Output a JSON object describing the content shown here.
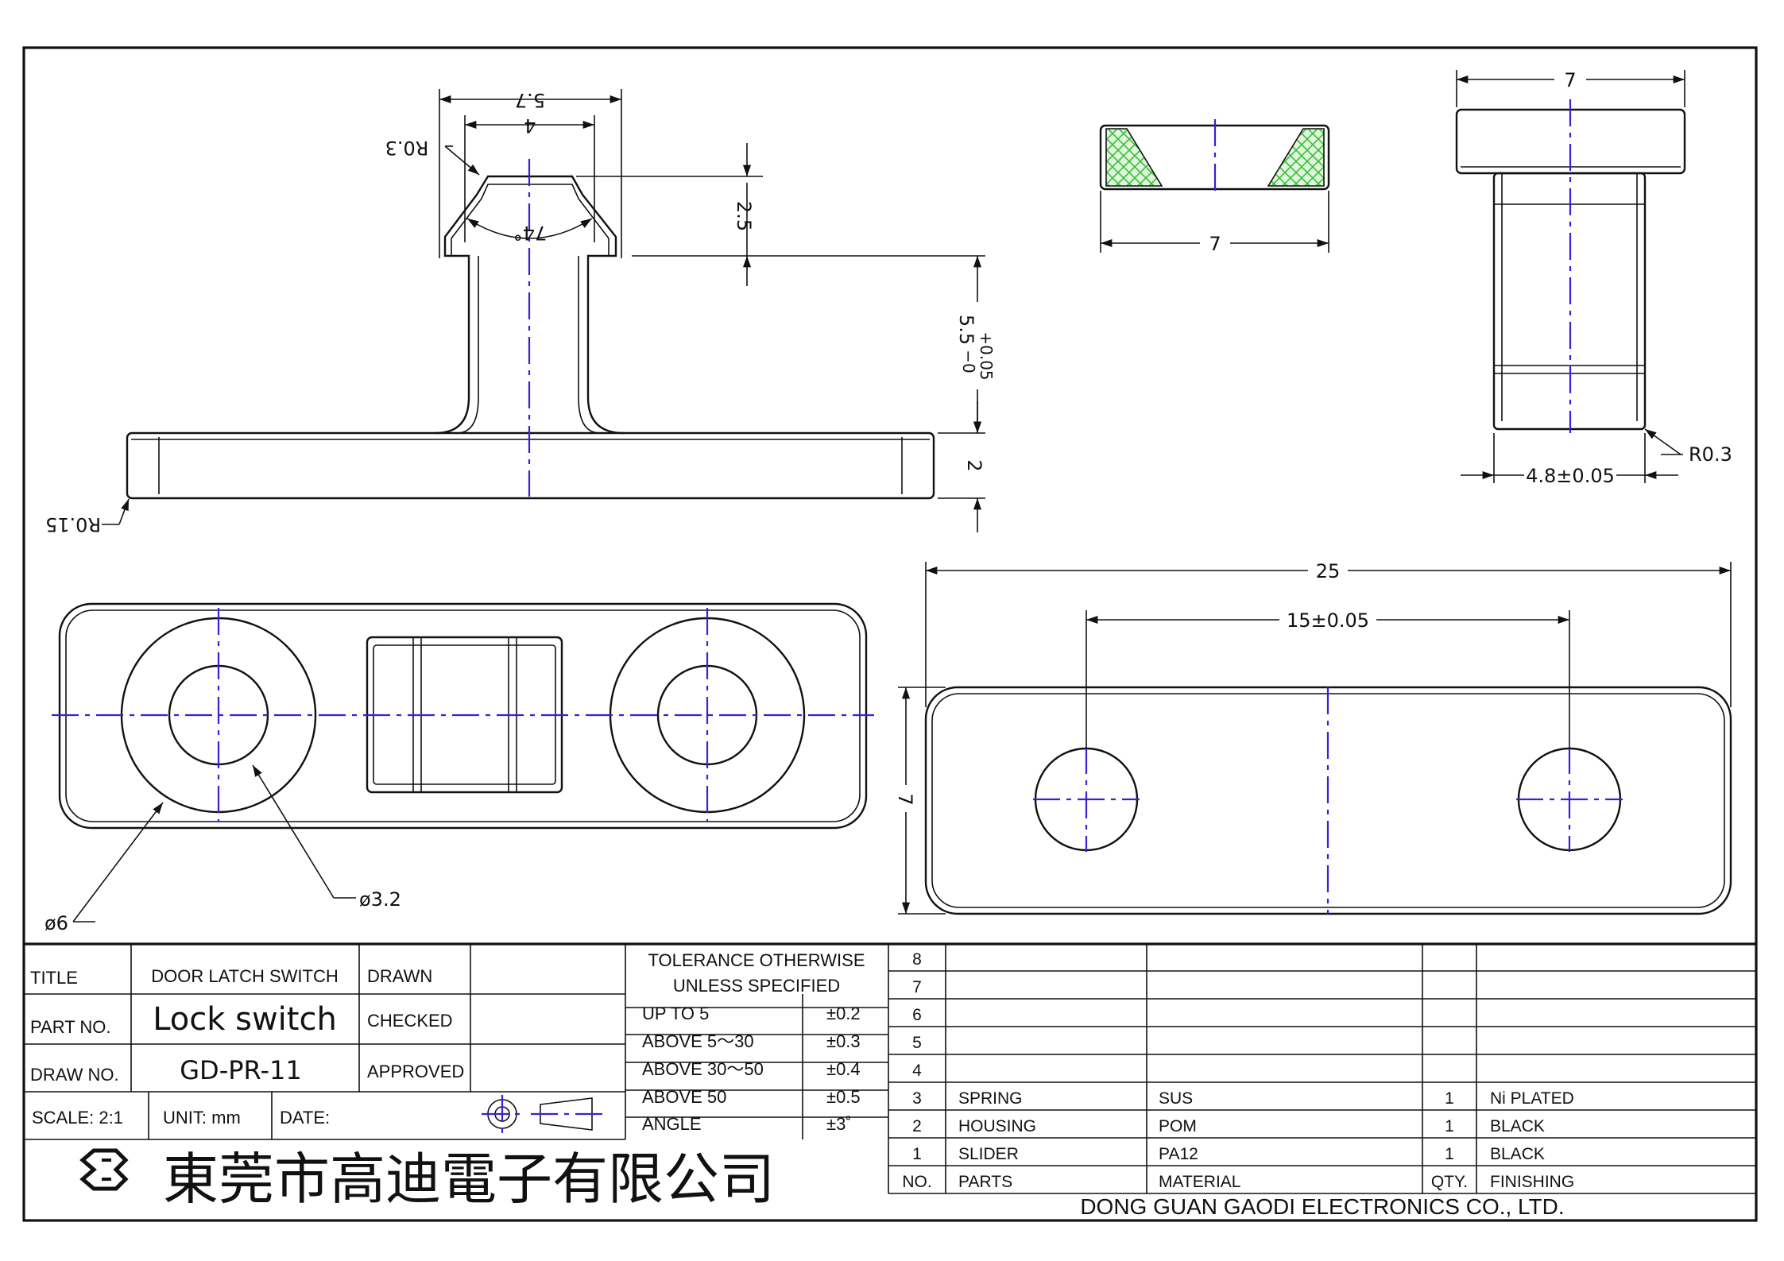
{
  "dimensions": {
    "top_outer_width": "5.7",
    "top_inner_width": "4",
    "fillet_top": "R0.3",
    "head_height": "2.5",
    "chamfer_angle": "74°",
    "stem_height": "5.5",
    "stem_tol_upper": "+0.05",
    "stem_tol_lower": "−0",
    "base_thickness": "2",
    "base_fillet": "R0.15",
    "section_width": "7",
    "side_width": "7",
    "side_stem_width": "4.8±0.05",
    "side_fillet": "R0.3",
    "outer_diameter": "ø6",
    "inner_diameter": "ø3.2",
    "base_length": "25",
    "hole_spacing": "15±0.05",
    "base_height": "7"
  },
  "title_block": {
    "title_label": "TITLE",
    "title_value": "DOOR LATCH SWITCH",
    "part_no_label": "PART NO.",
    "part_no_value": "Lock switch",
    "draw_no_label": "DRAW NO.",
    "draw_no_value": "GD-PR-11",
    "scale": "SCALE: 2:1",
    "unit": "UNIT: mm",
    "date": "DATE:",
    "drawn": "DRAWN",
    "checked": "CHECKED",
    "approved": "APPROVED",
    "tolerance_line1": "TOLERANCE OTHERWISE",
    "tolerance_line2": "UNLESS SPECIFIED",
    "tolerances": [
      {
        "range": "UP TO 5",
        "value": "±0.2"
      },
      {
        "range": "ABOVE 5～30",
        "value": "±0.3"
      },
      {
        "range": "ABOVE 30～50",
        "value": "±0.4"
      },
      {
        "range": "ABOVE 50",
        "value": "±0.5"
      },
      {
        "range": "ANGLE",
        "value": "±3˚"
      }
    ],
    "company_cn": "東莞市高迪電子有限公司",
    "company_en": "DONG GUAN GAODI ELECTRONICS CO., LTD."
  },
  "bom": {
    "header": {
      "no": "NO.",
      "parts": "PARTS",
      "material": "MATERIAL",
      "qty": "QTY.",
      "finishing": "FINISHING"
    },
    "rows": [
      {
        "no": "8",
        "parts": "",
        "material": "",
        "qty": "",
        "finishing": ""
      },
      {
        "no": "7",
        "parts": "",
        "material": "",
        "qty": "",
        "finishing": ""
      },
      {
        "no": "6",
        "parts": "",
        "material": "",
        "qty": "",
        "finishing": ""
      },
      {
        "no": "5",
        "parts": "",
        "material": "",
        "qty": "",
        "finishing": ""
      },
      {
        "no": "4",
        "parts": "",
        "material": "",
        "qty": "",
        "finishing": ""
      },
      {
        "no": "3",
        "parts": "SPRING",
        "material": "SUS",
        "qty": "1",
        "finishing": "Ni PLATED"
      },
      {
        "no": "2",
        "parts": "HOUSING",
        "material": "POM",
        "qty": "1",
        "finishing": "BLACK"
      },
      {
        "no": "1",
        "parts": "SLIDER",
        "material": "PA12",
        "qty": "1",
        "finishing": "BLACK"
      }
    ]
  },
  "colors": {
    "centerline": "#3c1fd6",
    "hatch": "#3bbf3b",
    "line": "#111111"
  }
}
